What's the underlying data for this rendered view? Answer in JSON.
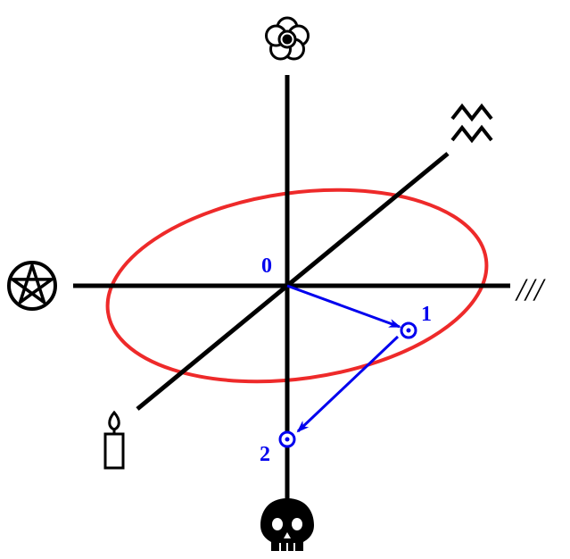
{
  "colors": {
    "axis": "#000000",
    "orbit": "#ee2a2a",
    "path": "#0000ee",
    "background": "#ffffff"
  },
  "axis_symbols": {
    "top": "flower-icon",
    "bottom": "skull-icon",
    "left": "pentagram-icon",
    "right": "triple-slash-glyph",
    "diagonal_upper": "aquarius-icon",
    "diagonal_lower": "candle-icon"
  },
  "right_axis_label": "///",
  "points": [
    {
      "label": "0"
    },
    {
      "label": "1"
    },
    {
      "label": "2"
    }
  ]
}
